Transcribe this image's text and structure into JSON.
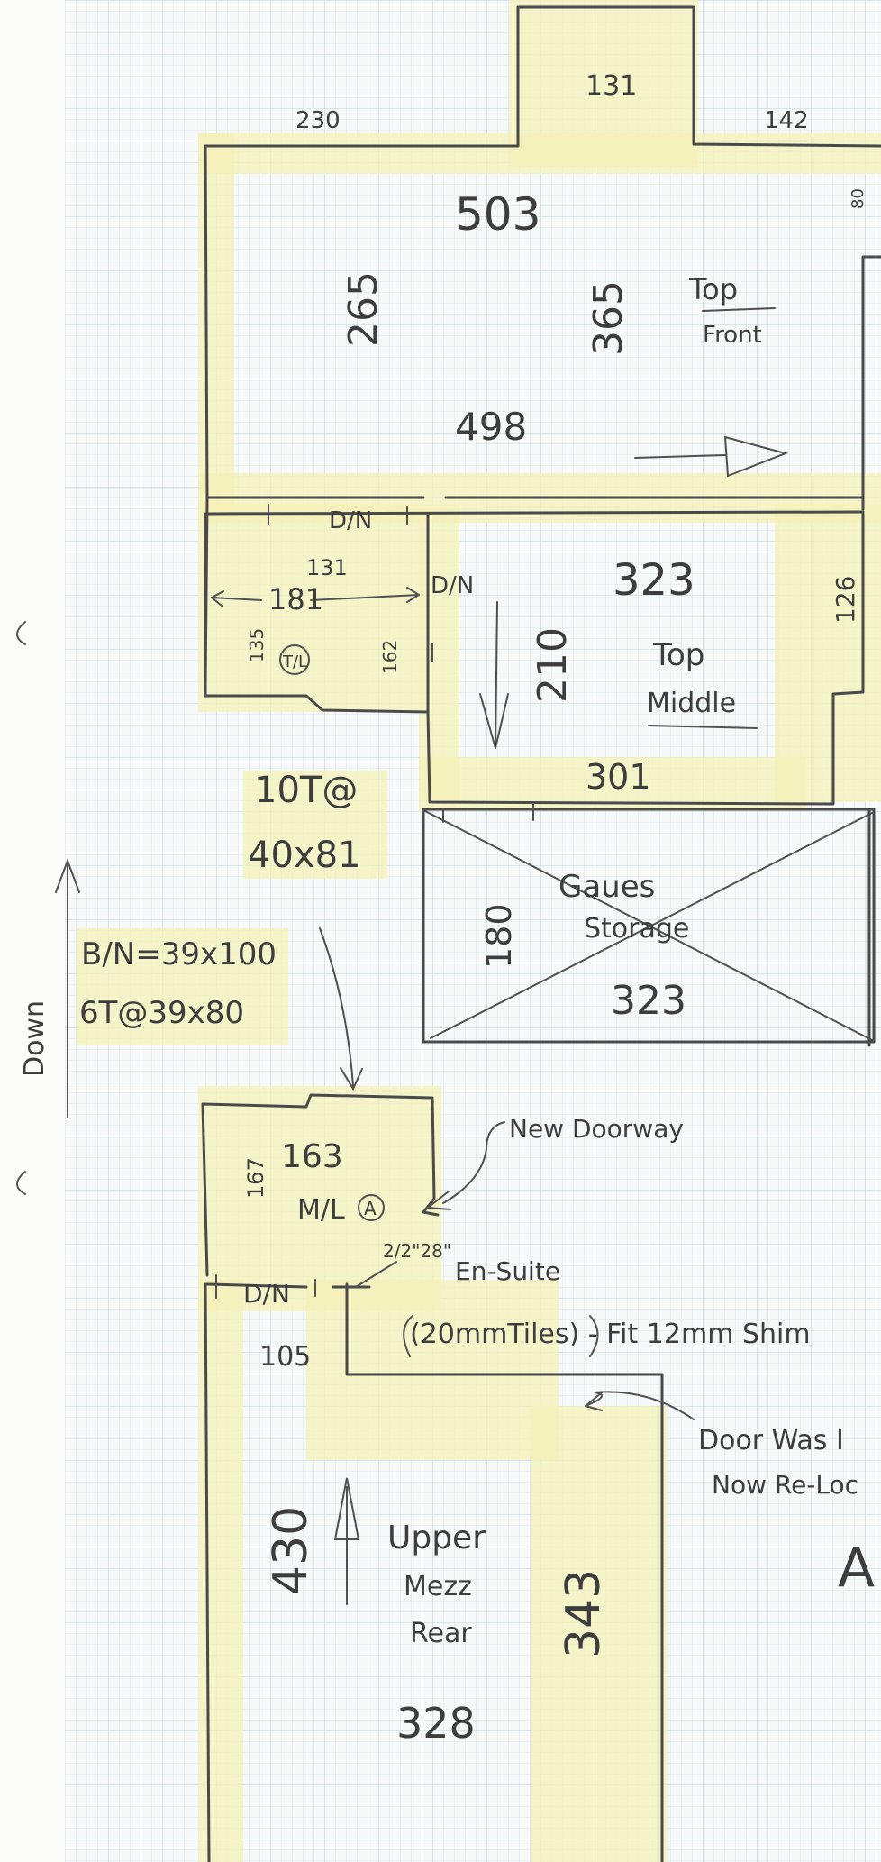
{
  "rooms": {
    "top_front": {
      "label_line1": "Top",
      "label_line2": "Front"
    },
    "top_middle": {
      "label_line1": "Top",
      "label_line2": "Middle"
    },
    "storage": {
      "label_line1": "Gaues",
      "label_line2": "Storage"
    },
    "upper_mezz": {
      "label_line1": "Upper",
      "label_line2": "Mezz",
      "label_line3": "Rear"
    }
  },
  "dimensions": {
    "d230": "230",
    "d131_top": "131",
    "d142": "142",
    "d80": "80",
    "d503": "503",
    "d265": "265",
    "d365": "365",
    "d498": "498",
    "d131_small": "131",
    "d181": "181",
    "d135": "135",
    "d162": "162",
    "d323_mid": "323",
    "d126": "126",
    "d210": "210",
    "d301": "301",
    "d180": "180",
    "d323_store": "323",
    "d163": "163",
    "d167": "167",
    "d105": "105",
    "d430": "430",
    "d343": "343",
    "d328": "328"
  },
  "labels": {
    "dn1": "D/N",
    "dn2": "D/N",
    "dn3": "D/N",
    "tl": "T/L",
    "ml": "M/L",
    "ml_circle": "A",
    "ten_t": "10T@",
    "ten_t_size": "40x81",
    "bn": "B/N=39x100",
    "six_t": "6T@39x80",
    "down": "Down",
    "new_doorway": "New Doorway",
    "door_size": "2/2\"28\"",
    "ensuite1": "En-Suite",
    "ensuite2": "(20mmTiles) - Fit 12mm Shim",
    "door_note1": "Door Was I",
    "door_note2": "Now Re-Loc",
    "partial_a": "A"
  }
}
